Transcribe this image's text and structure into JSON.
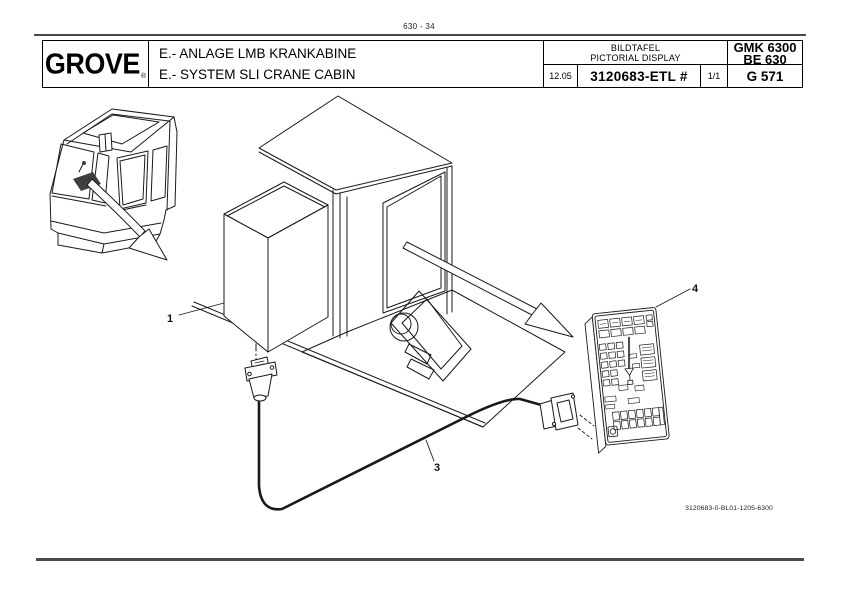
{
  "page": {
    "page_ref": "630 - 34",
    "drawing_code": "3120683-0-BL01-1205-6300"
  },
  "header": {
    "brand": "GROVE",
    "brand_mark": "®",
    "title_de": "E.- ANLAGE LMB KRANKABINE",
    "title_en": "E.- SYSTEM SLI CRANE CABIN",
    "info": {
      "caption_de": "BILDTAFEL",
      "caption_en": "PICTORIAL DISPLAY",
      "date": "12.05",
      "part_number": "3120683-ETL #",
      "sheet": "1/1",
      "model": "GMK 6300",
      "type": "BE 630",
      "section": "G 571"
    }
  },
  "diagram": {
    "callouts": [
      {
        "label": "1"
      },
      {
        "label": "3"
      },
      {
        "label": "4"
      }
    ]
  },
  "colors": {
    "ink": "#1a1a1a",
    "paper": "#ffffff",
    "rule": "#4a4a4a"
  }
}
